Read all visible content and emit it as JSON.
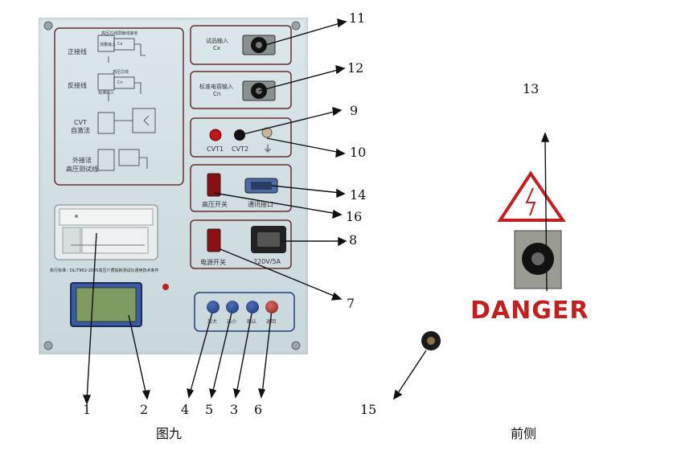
{
  "callouts": [
    "1",
    "2",
    "4",
    "5",
    "3",
    "6",
    "11",
    "12",
    "9",
    "10",
    "14",
    "16",
    "8",
    "7",
    "13",
    "15"
  ],
  "captions": {
    "left": "图九",
    "right": "前侧"
  },
  "panel": {
    "wiring": {
      "modes": [
        "正接线",
        "反接线",
        "CVT\n自激法",
        "外接法\n高压测试线"
      ],
      "diagram_texts": [
        "高压芯线屏蔽线接地",
        "测量输入",
        "Cx",
        "高压芯线",
        "标准输入",
        "Cn"
      ]
    },
    "inputs": {
      "cx_label": "试品输入",
      "cx_sub": "Cx",
      "cn_label": "标准电容输入",
      "cn_sub": "Cn",
      "cvt1": "CVT1",
      "cvt2": "CVT2",
      "ground_symbol": "⏚"
    },
    "switches": {
      "hv_switch": "高压开关",
      "comm_port": "通讯接口",
      "power_switch": "电源开关",
      "power_rating": "220V/5A"
    },
    "standard_text": "执行标准：DL/T962-2005高压介质损耗测试仪通用技术条件",
    "buttons": [
      "放大",
      "减小",
      "确认",
      "返回"
    ],
    "danger": "DANGER"
  },
  "colors": {
    "danger_red": "#c21f1f",
    "panel_bg": "#d3e0e3",
    "button_blue": "#233d7d"
  }
}
